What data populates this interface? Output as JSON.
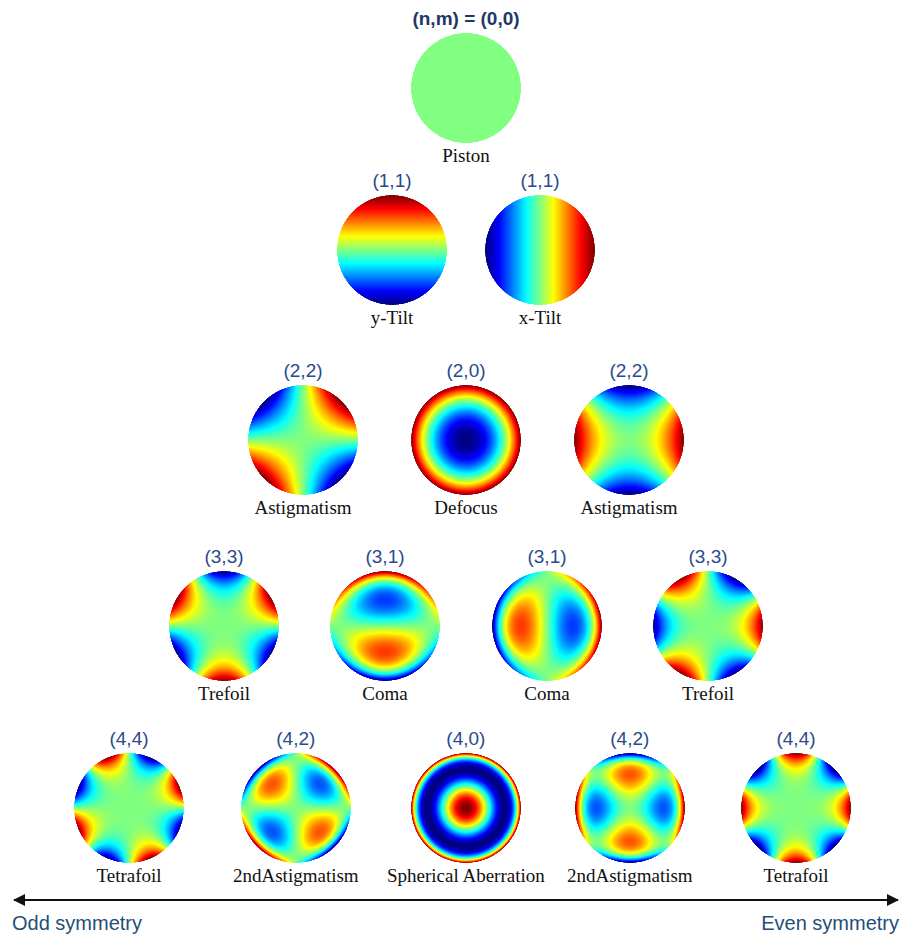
{
  "diagram": {
    "nodes": [
      {
        "text": [
          "(n,m) = (0,0)",
          "Piston"
        ]
      },
      {
        "text": [
          "(1,1)",
          "y-Tilt"
        ]
      },
      {
        "text": [
          "(1,1)",
          "x-Tilt"
        ]
      },
      {
        "text": [
          "(2,2)",
          "Astigmatism"
        ]
      },
      {
        "text": [
          "(2,0)",
          "Defocus"
        ]
      },
      {
        "text": [
          "(2,2)",
          "Astigmatism"
        ]
      },
      {
        "text": [
          "(3,3)",
          "Trefoil"
        ]
      },
      {
        "text": [
          "(3,1)",
          "Coma"
        ]
      },
      {
        "text": [
          "(3,1)",
          "Coma"
        ]
      },
      {
        "text": [
          "(3,3)",
          "Trefoil"
        ]
      },
      {
        "text": [
          "(4,4)",
          "Tetrafoil"
        ]
      },
      {
        "text": [
          "(4,2)",
          "2ndAstigmatism"
        ]
      },
      {
        "text": [
          "(4,0)",
          "Spherical Aberration"
        ]
      },
      {
        "text": [
          "(4,2)",
          "2ndAstigmatism"
        ]
      },
      {
        "text": [
          "(4,4)",
          "Tetrafoil"
        ]
      }
    ],
    "labels": [
      "Odd symmetry",
      "Even symmetry"
    ]
  }
}
